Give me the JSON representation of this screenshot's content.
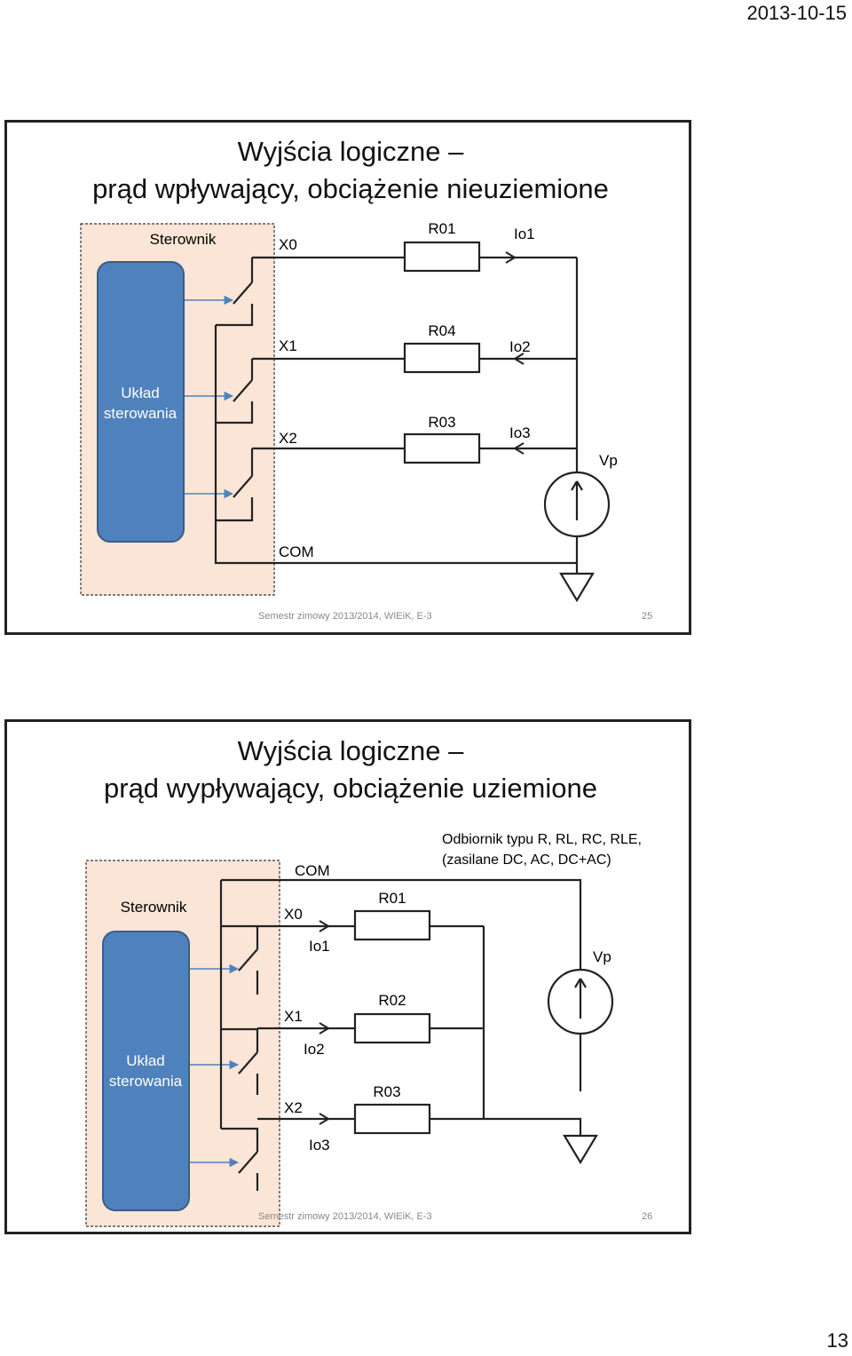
{
  "page": {
    "date": "2013-10-15",
    "number": "13"
  },
  "slide1": {
    "title_line1": "Wyjścia logiczne –",
    "title_line2": "prąd wpływający, obciążenie nieuziemione",
    "controller_label": "Sterownik",
    "control_unit_line1": "Układ",
    "control_unit_line2": "sterowania",
    "outputs": [
      "X0",
      "X1",
      "X2"
    ],
    "resistors": [
      "R01",
      "R04",
      "R03"
    ],
    "currents": [
      "Io1",
      "Io2",
      "Io3"
    ],
    "source": "Vp",
    "common": "COM",
    "footer": "Semestr zimowy 2013/2014, WIEiK, E-3",
    "slide_number": "25"
  },
  "slide2": {
    "title_line1": "Wyjścia logiczne –",
    "title_line2": "prąd wypływający, obciążenie uziemione",
    "controller_label": "Sterownik",
    "control_unit_line1": "Układ",
    "control_unit_line2": "sterowania",
    "outputs": [
      "X0",
      "X1",
      "X2"
    ],
    "resistors": [
      "R01",
      "R02",
      "R03"
    ],
    "currents": [
      "Io1",
      "Io2",
      "Io3"
    ],
    "source": "Vp",
    "common": "COM",
    "load_note_line1": "Odbiornik typu R, RL, RC, RLE,",
    "load_note_line2": "(zasilane DC, AC, DC+AC)",
    "footer": "Semestr zimowy 2013/2014, WIEiK, E-3",
    "slide_number": "26"
  },
  "colors": {
    "controller_fill": "#fbe5d6",
    "control_unit_fill": "#4f81bd",
    "control_unit_stroke": "#385d8a",
    "control_arrow": "#4f81bd",
    "wire": "#222222",
    "footer_text": "#888888"
  }
}
